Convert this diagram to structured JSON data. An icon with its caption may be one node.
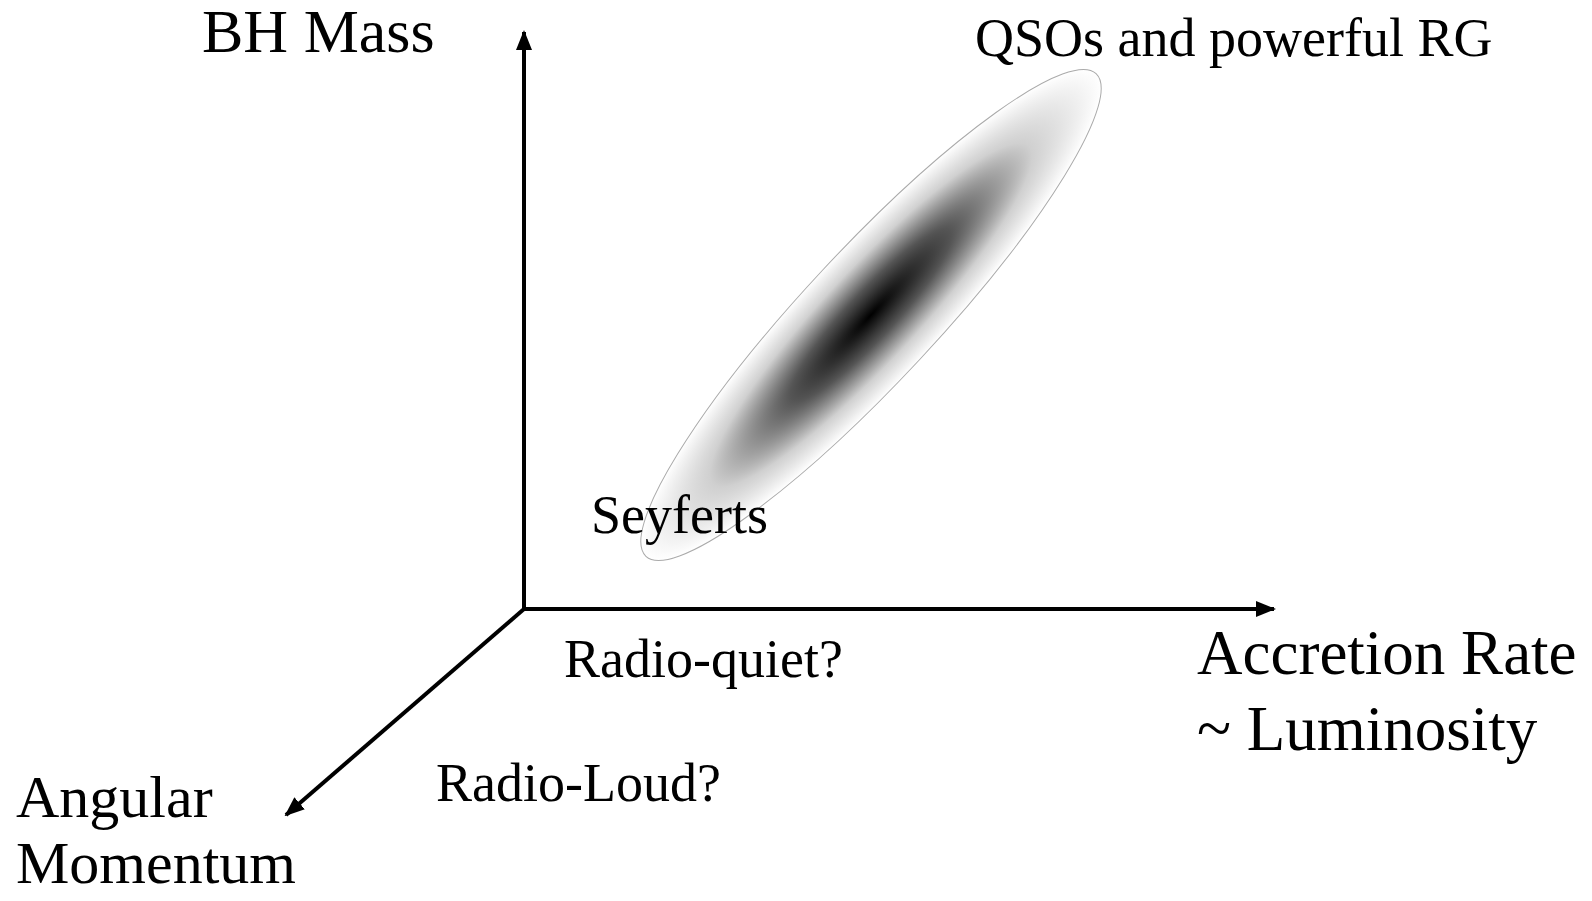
{
  "diagram": {
    "nodes": [
      {
        "text": [],
        "shape": "ellipse"
      }
    ],
    "labels": [
      "BH Mass",
      "QSOs and powerful RG",
      "Seyferts",
      "Radio-quiet?",
      "Accretion Rate ~ Luminosity",
      "Radio-Loud?",
      "Angular Momentum"
    ]
  }
}
